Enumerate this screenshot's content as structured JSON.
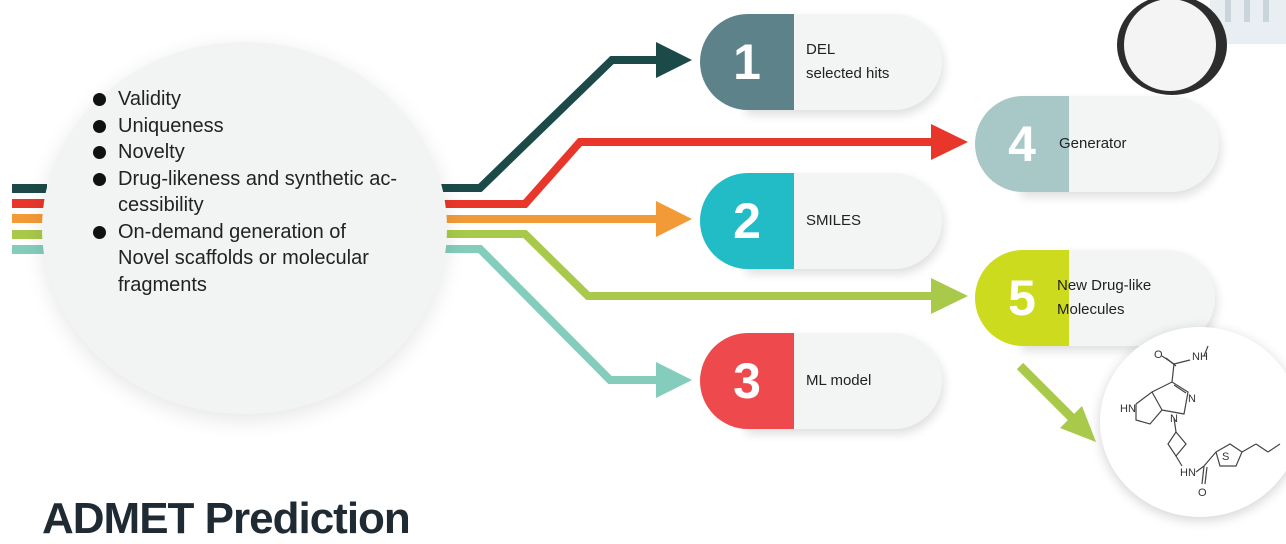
{
  "bullets": [
    "Validity",
    "Uniqueness",
    "Novelty",
    "Drug-likeness and synthetic ac-\ncessibility",
    "On-demand generation of\nNovel scaffolds or molecular\nfragments"
  ],
  "steps": [
    {
      "number": "1",
      "label": "DEL\nselected hits",
      "color": "#5d8289"
    },
    {
      "number": "2",
      "label": "SMILES",
      "color": "#22bcc6"
    },
    {
      "number": "3",
      "label": "ML model",
      "color": "#ee4a4d"
    },
    {
      "number": "4",
      "label": "Generator",
      "color": "#a8c7c7"
    },
    {
      "number": "5",
      "label": "New Drug-like\nMolecules",
      "color": "#cddb1e"
    }
  ],
  "arrow_colors": [
    "#1c4a48",
    "#e8372a",
    "#f29a38",
    "#a8c94a",
    "#84cdbd"
  ],
  "molecule_labels": [
    "NH",
    "HN",
    "N",
    "N",
    "O",
    "HN",
    "S",
    "O"
  ],
  "footer": {
    "title": "ADMET Prediction"
  }
}
